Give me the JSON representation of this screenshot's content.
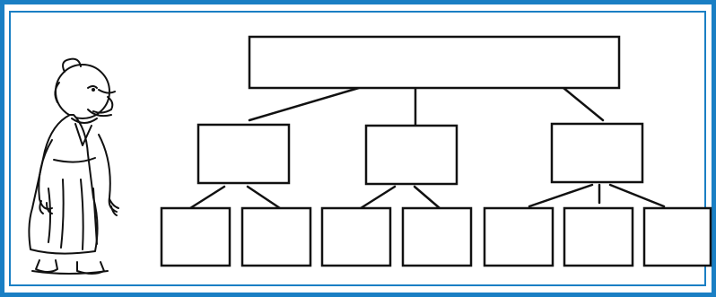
{
  "diagram": {
    "type": "hierarchy",
    "levels": 3,
    "root": {
      "label": ""
    },
    "branches": [
      {
        "label": "",
        "children": [
          {
            "label": ""
          },
          {
            "label": ""
          }
        ]
      },
      {
        "label": "",
        "children": [
          {
            "label": ""
          },
          {
            "label": ""
          }
        ]
      },
      {
        "label": "",
        "children": [
          {
            "label": ""
          },
          {
            "label": ""
          },
          {
            "label": ""
          }
        ]
      }
    ]
  },
  "illustration": {
    "subject": "old-woman-cartoon-figure"
  },
  "colors": {
    "border": "#1a7fc4",
    "ink": "#111111",
    "background": "#ffffff"
  }
}
